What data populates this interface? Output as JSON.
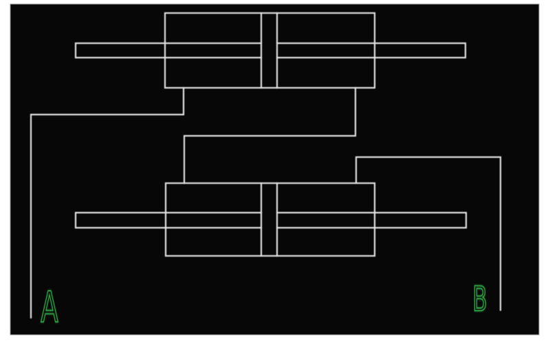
{
  "diagram": {
    "description": "CAD wireframe schematic of two double-acting cylinders (piston and rod) connected by right-angle pneumatic lines to ports A and B",
    "labels": {
      "port_a": "A",
      "port_b": "B"
    },
    "colors": {
      "background": "#070707",
      "frame": "#ffffff",
      "line": "#e3e3e3",
      "label_green": "#2f9e44"
    },
    "components": [
      {
        "name": "cylinder-top"
      },
      {
        "name": "cylinder-bottom"
      },
      {
        "name": "line-a"
      },
      {
        "name": "line-interconnect"
      },
      {
        "name": "line-b"
      }
    ]
  }
}
